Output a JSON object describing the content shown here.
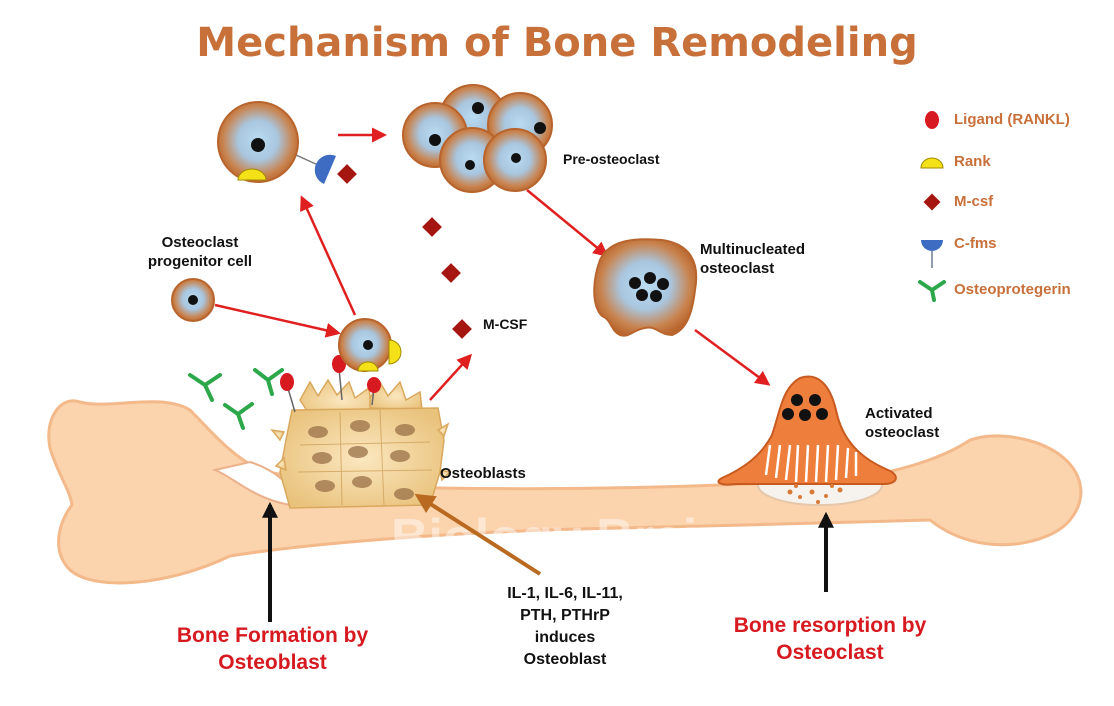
{
  "title": "Mechanism of Bone Remodeling",
  "colors": {
    "title": "#c8703a",
    "arrow": "#e02020",
    "red_label": "#d71920",
    "bone": "#fbd3ad",
    "bone_outline": "#f3b98a",
    "cell_body": "#c66f36",
    "nucleus": "#111111",
    "osteoblast": "#f3d49a",
    "rank": "#f5e118",
    "ligand": "#d71920",
    "mcsf": "#a51611",
    "cfms": "#3d6cc2",
    "opg": "#2ca84a",
    "activated_osteoclast": "#ee7e3c",
    "legend_text": "#c8703a",
    "interleukin_arrow": "#b96a20"
  },
  "labels": {
    "progenitor": [
      "Osteoclast",
      "progenitor cell"
    ],
    "pre_osteoclast": "Pre-osteoclast",
    "multinucleated": [
      "Multinucleated",
      "osteoclast"
    ],
    "activated": [
      "Activated",
      "osteoclast"
    ],
    "mcsf": "M-CSF",
    "osteoblasts": "Osteoblasts",
    "interleukins": [
      "IL-1, IL-6, IL-11,",
      "PTH, PTHrP",
      "induces",
      "Osteoblast"
    ],
    "bone_formation": [
      "Bone Formation by",
      "Osteoblast"
    ],
    "bone_resorption": [
      "Bone resorption by",
      "Osteoclast"
    ],
    "watermark": "Biology Brain"
  },
  "legend": [
    {
      "icon": "ligand-icon",
      "label": "Ligand (RANKL)"
    },
    {
      "icon": "rank-icon",
      "label": "Rank"
    },
    {
      "icon": "mcsf-icon",
      "label": "M-csf"
    },
    {
      "icon": "cfms-icon",
      "label": "C-fms"
    },
    {
      "icon": "osteoprotegerin-icon",
      "label": "Osteoprotegerin"
    }
  ]
}
